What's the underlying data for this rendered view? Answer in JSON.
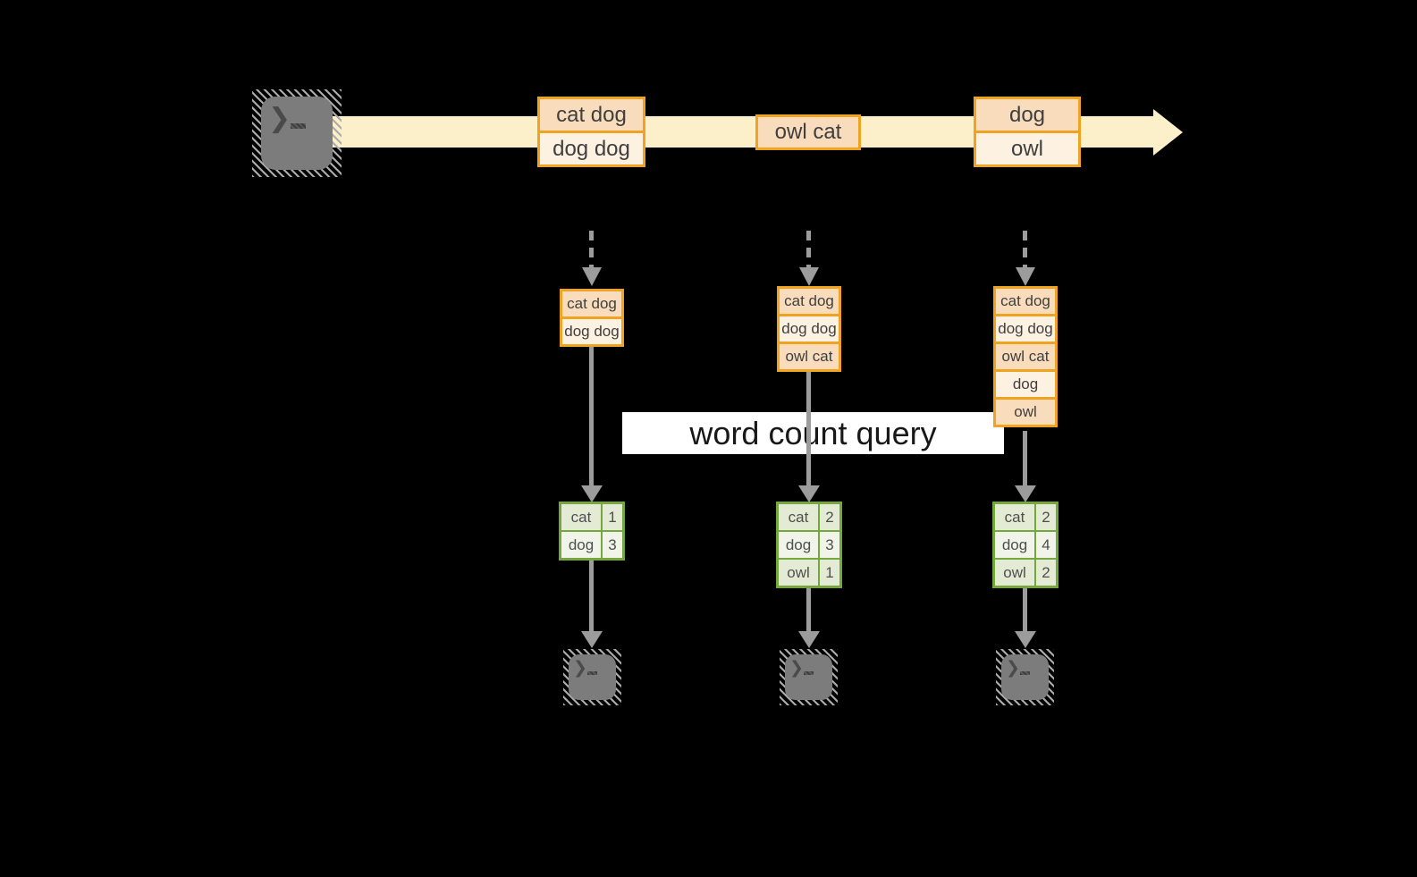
{
  "banner": {
    "label": "word count query"
  },
  "stream": {
    "events": [
      {
        "lines": [
          "cat dog",
          "dog dog"
        ]
      },
      {
        "lines": [
          "owl cat"
        ]
      },
      {
        "lines": [
          "dog",
          "owl"
        ]
      }
    ]
  },
  "columns": [
    {
      "buffer": [
        "cat dog",
        "dog dog"
      ],
      "counts": [
        {
          "word": "cat",
          "count": "1"
        },
        {
          "word": "dog",
          "count": "3"
        }
      ]
    },
    {
      "buffer": [
        "cat dog",
        "dog dog",
        "owl cat"
      ],
      "counts": [
        {
          "word": "cat",
          "count": "2"
        },
        {
          "word": "dog",
          "count": "3"
        },
        {
          "word": "owl",
          "count": "1"
        }
      ]
    },
    {
      "buffer": [
        "cat dog",
        "dog dog",
        "owl cat",
        "dog",
        "owl"
      ],
      "counts": [
        {
          "word": "cat",
          "count": "2"
        },
        {
          "word": "dog",
          "count": "4"
        },
        {
          "word": "owl",
          "count": "2"
        }
      ]
    }
  ],
  "icons": {
    "source": "terminal-icon",
    "sinks": [
      "terminal-icon",
      "terminal-icon",
      "terminal-icon"
    ]
  },
  "colors": {
    "gold": "#efa320",
    "peach": "#f8dcbc",
    "cream": "#fdf1e1",
    "band": "#fcf0ca",
    "green": "#74a83e",
    "cell-a": "#e3ebd4",
    "cell-b": "#f0f4e9",
    "gray-arrow": "#9c9c9c",
    "terminal": "#7c7c7c",
    "banner-bg": "#ffffff"
  }
}
